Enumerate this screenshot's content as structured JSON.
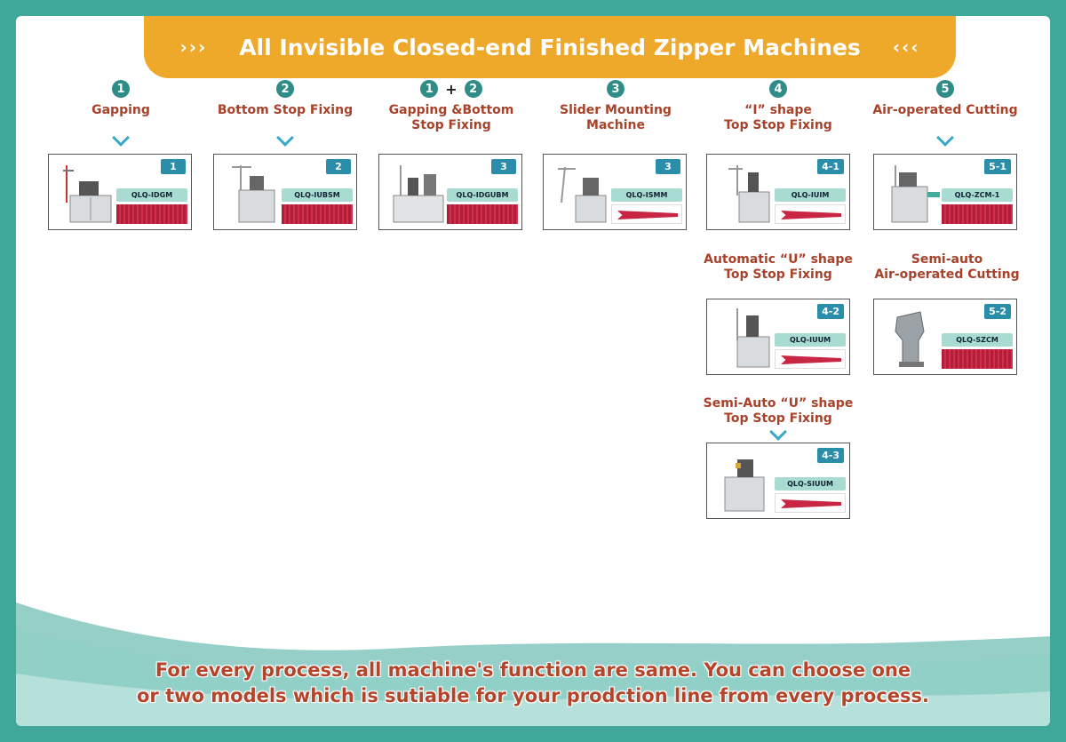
{
  "banner": {
    "left_arrows": "›››",
    "title": "All Invisible Closed-end Finished Zipper Machines",
    "right_arrows": "‹‹‹"
  },
  "steps": [
    {
      "numbers": [
        "1"
      ],
      "label": "Gapping"
    },
    {
      "numbers": [
        "2"
      ],
      "label": "Bottom Stop Fixing"
    },
    {
      "numbers": [
        "1",
        "2"
      ],
      "plus": "+",
      "label_line1": "Gapping &Bottom",
      "label_line2": "Stop Fixing"
    },
    {
      "numbers": [
        "3"
      ],
      "label_line1": "Slider Mounting",
      "label_line2": "Machine"
    },
    {
      "numbers": [
        "4"
      ],
      "label_line1": "“I” shape",
      "label_line2": "Top Stop Fixing"
    },
    {
      "numbers": [
        "5"
      ],
      "label": "Air-operated Cutting"
    }
  ],
  "sub_steps": [
    {
      "label_line1": "Automatic “U” shape",
      "label_line2": "Top Stop Fixing"
    },
    {
      "label_line1": "Semi-auto",
      "label_line2": "Air-operated Cutting"
    },
    {
      "label_line1": "Semi-Auto “U” shape",
      "label_line2": "Top Stop Fixing"
    }
  ],
  "cards": [
    {
      "badge": "1",
      "model": "QLQ-IDGM"
    },
    {
      "badge": "2",
      "model": "QLQ-IUBSM"
    },
    {
      "badge": "3",
      "model": "QLQ-IDGUBM"
    },
    {
      "badge": "3",
      "model": "QLQ-ISMM"
    },
    {
      "badge": "4-1",
      "model": "QLQ-IUIM"
    },
    {
      "badge": "5-1",
      "model": "QLQ-ZCM-1"
    },
    {
      "badge": "4-2",
      "model": "QLQ-IUUM"
    },
    {
      "badge": "5-2",
      "model": "QLQ-SZCM"
    },
    {
      "badge": "4-3",
      "model": "QLQ-SIUUM"
    }
  ],
  "footer": {
    "line1": "For every process, all machine's function are same. You can choose one",
    "line2": "or two models which is sutiable for your prodction line from every process."
  },
  "colors": {
    "frame": "#3fa89b",
    "banner": "#eea82a",
    "heading_text": "#a8422a",
    "number_circle": "#2f8c86",
    "badge": "#2a8eaa",
    "zipper": "#c82642"
  }
}
